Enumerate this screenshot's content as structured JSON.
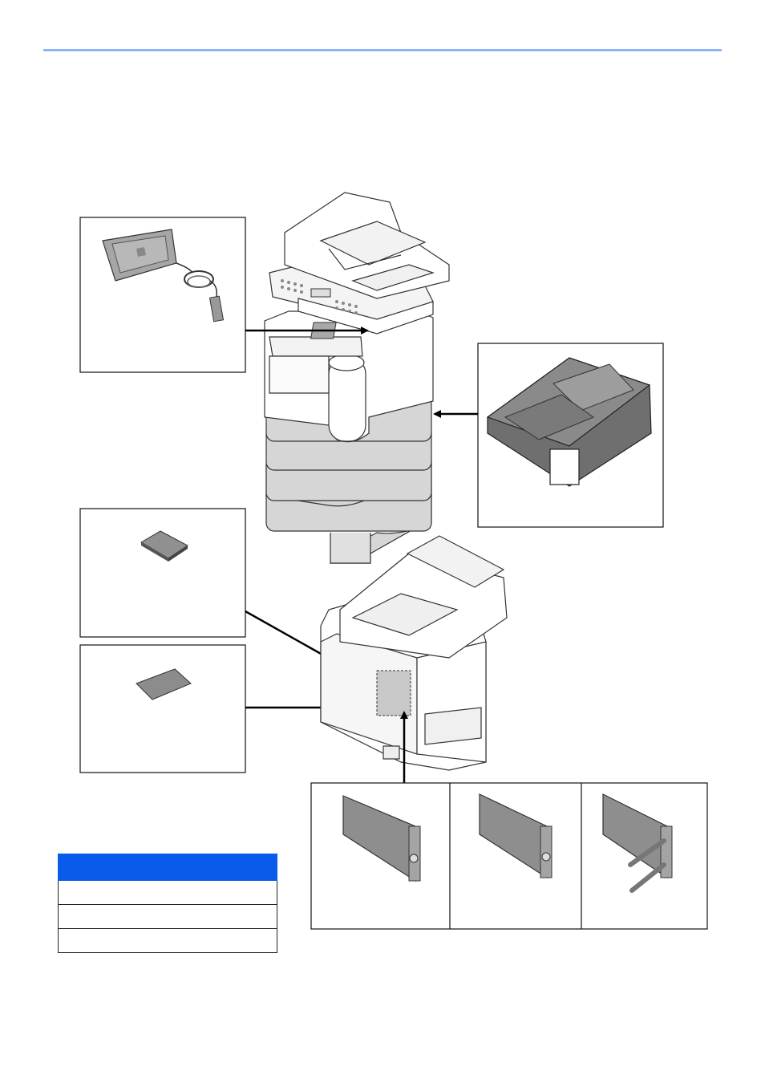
{
  "page": {
    "accent_color": "#8ab4f2",
    "legend_header_color": "#0a5bec"
  },
  "option_callouts": [
    {
      "id": "card-reader",
      "icon": "usb-card-reader-icon"
    },
    {
      "id": "paper-feeder",
      "icon": "paper-feeder-icon"
    },
    {
      "id": "sd-card",
      "icon": "sd-card-icon"
    },
    {
      "id": "memory-module",
      "icon": "memory-module-icon"
    },
    {
      "id": "interface-kit-1",
      "icon": "interface-card-icon"
    },
    {
      "id": "interface-kit-2",
      "icon": "interface-card-icon"
    },
    {
      "id": "interface-kit-3",
      "icon": "wireless-interface-card-icon"
    }
  ],
  "legend": {
    "header": "",
    "rows": [
      "",
      "",
      ""
    ]
  }
}
